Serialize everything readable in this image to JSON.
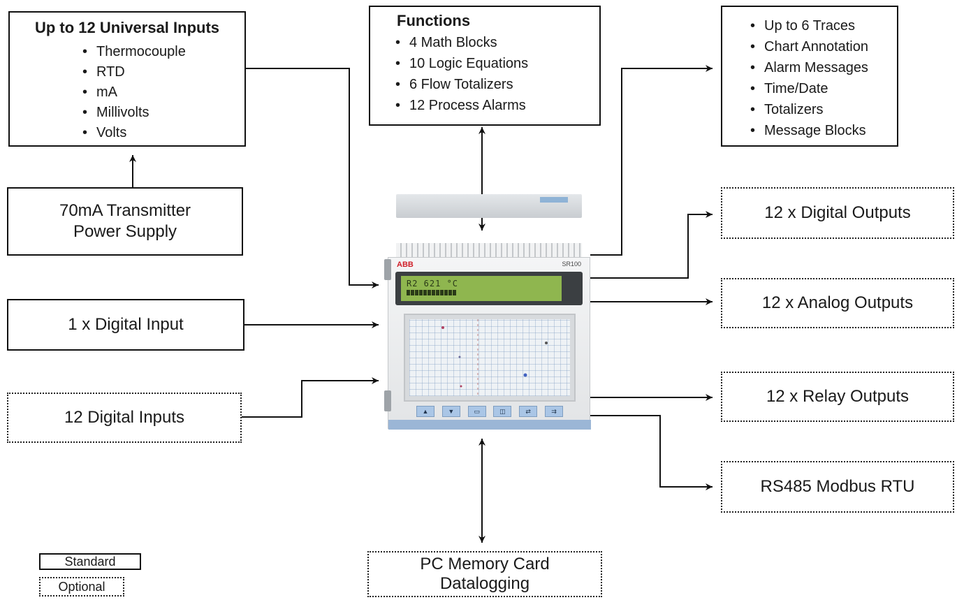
{
  "universal_inputs": {
    "title": "Up to 12 Universal Inputs",
    "items": [
      "Thermocouple",
      "RTD",
      "mA",
      "Millivolts",
      "Volts"
    ]
  },
  "transmitter_supply": {
    "line1": "70mA Transmitter",
    "line2": "Power Supply"
  },
  "digital_input": {
    "label": "1 x Digital Input"
  },
  "digital_inputs": {
    "label": "12 Digital Inputs"
  },
  "functions": {
    "title": "Functions",
    "items": [
      "4 Math Blocks",
      "10 Logic Equations",
      "6 Flow Totalizers",
      "12 Process Alarms"
    ]
  },
  "display_features": {
    "items": [
      "Up to 6 Traces",
      "Chart Annotation",
      "Alarm Messages",
      "Time/Date",
      "Totalizers",
      "Message Blocks"
    ]
  },
  "digital_outputs": {
    "label": "12 x Digital Outputs"
  },
  "analog_outputs": {
    "label": "12 x Analog Outputs"
  },
  "relay_outputs": {
    "label": "12 x Relay Outputs"
  },
  "modbus": {
    "label": "RS485 Modbus RTU"
  },
  "memory_card": {
    "line1": "PC Memory Card",
    "line2": "Datalogging"
  },
  "legend": {
    "standard": "Standard",
    "optional": "Optional"
  },
  "device": {
    "brand": "ABB",
    "model": "SR100",
    "lcd_text": "R2     621 °C"
  }
}
